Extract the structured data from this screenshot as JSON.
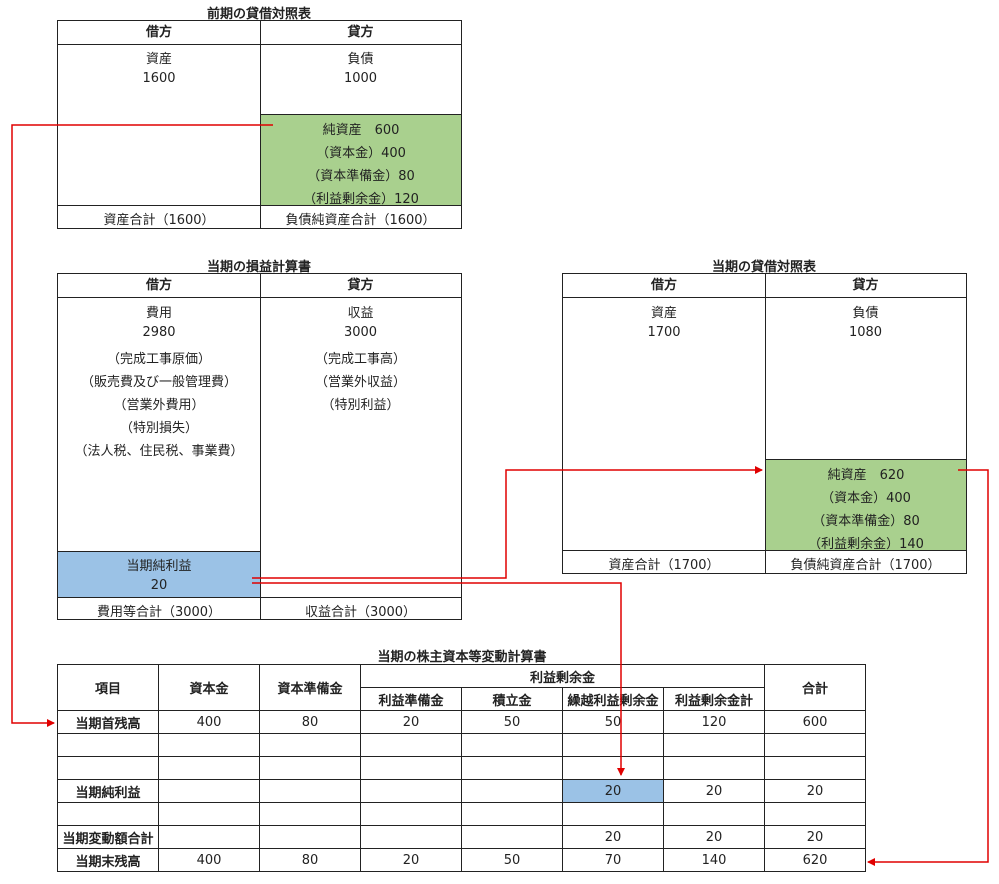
{
  "prev_bs": {
    "title": "前期の貸借対照表",
    "debit_header": "借方",
    "credit_header": "貸方",
    "assets_label": "資産",
    "assets_value": "1600",
    "liabilities_label": "負債",
    "liabilities_value": "1000",
    "net_assets_lines": [
      "純資産　600",
      "（資本金）400",
      "（資本準備金）80",
      "（利益剰余金）120"
    ],
    "assets_total": "資産合計（1600）",
    "liab_net_total": "負債純資産合計（1600）"
  },
  "pl": {
    "title": "当期の損益計算書",
    "debit_header": "借方",
    "credit_header": "貸方",
    "expense_lines": [
      "費用",
      "2980",
      "（完成工事原価）",
      "（販売費及び一般管理費）",
      "（営業外費用）",
      "（特別損失）",
      "（法人税、住民税、事業費）"
    ],
    "revenue_lines": [
      "収益",
      "3000",
      "（完成工事高）",
      "（営業外収益）",
      "（特別利益）"
    ],
    "net_income_label": "当期純利益",
    "net_income_value": "20",
    "expense_total": "費用等合計（3000）",
    "revenue_total": "収益合計（3000）"
  },
  "curr_bs": {
    "title": "当期の貸借対照表",
    "debit_header": "借方",
    "credit_header": "貸方",
    "assets_label": "資産",
    "assets_value": "1700",
    "liabilities_label": "負債",
    "liabilities_value": "1080",
    "net_assets_lines": [
      "純資産　620",
      "（資本金）400",
      "（資本準備金）80",
      "（利益剰余金）140"
    ],
    "assets_total": "資産合計（1700）",
    "liab_net_total": "負債純資産合計（1700）"
  },
  "se": {
    "title": "当期の株主資本等変動計算書",
    "headers": {
      "item": "項目",
      "capital": "資本金",
      "capital_reserve": "資本準備金",
      "retained_earnings": "利益剰余金",
      "合計": "合計",
      "sub": [
        "利益準備金",
        "積立金",
        "繰越利益剰余金",
        "利益剰余金計"
      ]
    },
    "rows": [
      {
        "label": "当期首残高",
        "cells": [
          "400",
          "80",
          "20",
          "50",
          "50",
          "120",
          "600"
        ]
      },
      {
        "label": "",
        "cells": [
          "",
          "",
          "",
          "",
          "",
          "",
          ""
        ]
      },
      {
        "label": "",
        "cells": [
          "",
          "",
          "",
          "",
          "",
          "",
          ""
        ]
      },
      {
        "label": "当期純利益",
        "cells": [
          "",
          "",
          "",
          "",
          "20",
          "20",
          "20"
        ]
      },
      {
        "label": "",
        "cells": [
          "",
          "",
          "",
          "",
          "",
          "",
          ""
        ]
      },
      {
        "label": "当期変動額合計",
        "cells": [
          "",
          "",
          "",
          "",
          "20",
          "20",
          "20"
        ]
      },
      {
        "label": "当期末残高",
        "cells": [
          "400",
          "80",
          "20",
          "50",
          "70",
          "140",
          "620"
        ]
      }
    ]
  },
  "colors": {
    "arrow": "#e00000",
    "green": "#a9d08e",
    "blue": "#9bc2e6"
  }
}
